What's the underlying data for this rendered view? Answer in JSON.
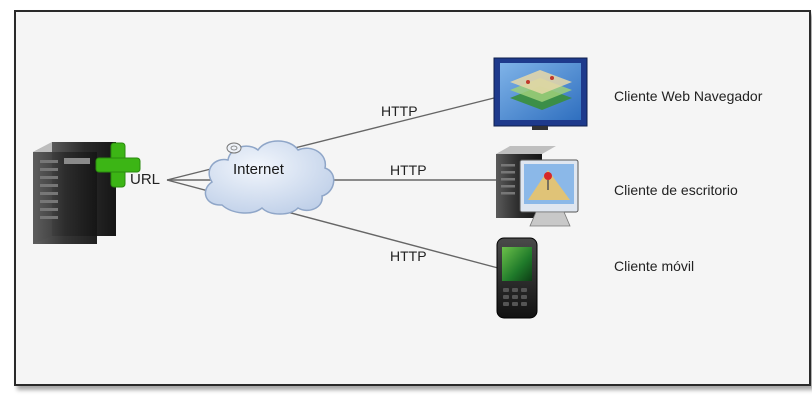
{
  "server": {
    "url_label": "URL",
    "icon": "server-icon"
  },
  "internet": {
    "label": "Internet",
    "icon": "cloud-icon"
  },
  "connections": [
    {
      "protocol": "HTTP"
    },
    {
      "protocol": "HTTP"
    },
    {
      "protocol": "HTTP"
    }
  ],
  "clients": [
    {
      "label": "Cliente Web Navegador",
      "icon": "monitor-map-icon"
    },
    {
      "label": "Cliente de escritorio",
      "icon": "desktop-computer-icon"
    },
    {
      "label": "Cliente móvil",
      "icon": "mobile-phone-icon"
    }
  ],
  "colors": {
    "plus": "#3cb515",
    "cloud": "#dbe6f5",
    "monitor_blue": "#1e3a8c"
  }
}
